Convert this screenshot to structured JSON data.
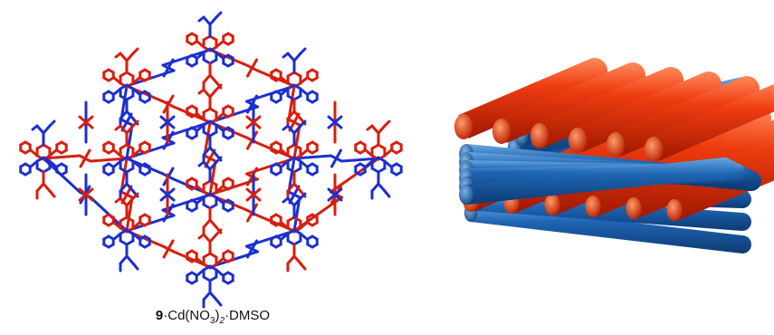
{
  "caption": {
    "compound": "9",
    "dot1": "·Cd(NO",
    "sub1": "3",
    "paren": ")",
    "sub2": "2",
    "dot2": "·DMSO"
  },
  "colors": {
    "red": "#d81e0e",
    "blue": "#1c2fd0",
    "rod_red": "#e03a12",
    "rod_blue": "#1f5aa6"
  },
  "icons": {
    "left": "crystal-packing-network-icon",
    "right": "stacked-rod-layers-icon"
  }
}
